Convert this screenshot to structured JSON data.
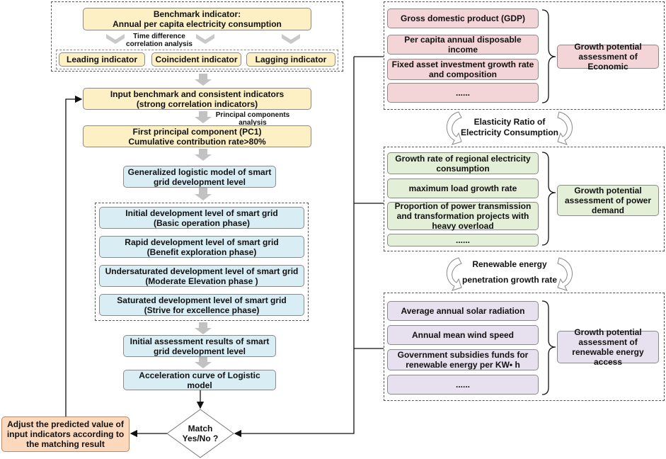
{
  "top_section": {
    "benchmark": {
      "line1": "Benchmark indicator:",
      "line2": "Annual per capita electricity consumption"
    },
    "time_diff_note": {
      "line1": "Time difference",
      "line2": "correlation analysis"
    },
    "indicators": [
      "Leading indicator",
      "Coincident indicator",
      "Lagging indicator"
    ]
  },
  "flow": {
    "input_indicators": {
      "line1": "Input benchmark and consistent indicators",
      "line2": "(strong correlation indicators)"
    },
    "pca_note": {
      "line1": "Principal components",
      "line2": "analysis"
    },
    "first_pc": {
      "line1": "First principal component (PC1)",
      "line2": "Cumulative contribution rate>80%"
    },
    "logistic_model": {
      "line1": "Generalized logistic model of smart",
      "line2": "grid development level"
    },
    "phases": [
      {
        "line1": "Initial development level of smart grid",
        "line2": "(Basic operation phase)"
      },
      {
        "line1": "Rapid development level of smart grid",
        "line2": "(Benefit exploration phase)"
      },
      {
        "line1": "Undersaturated  development level of smart grid",
        "line2": "(Moderate Elevation phase )"
      },
      {
        "line1": "Saturated development level of smart grid",
        "line2": "(Strive for excellence phase)"
      }
    ],
    "initial_results": {
      "line1": "Initial assessment results of smart",
      "line2": "grid development level"
    },
    "acceleration": "Acceleration curve of Logistic model",
    "match": {
      "line1": "Match",
      "line2": "Yes/No ?"
    },
    "adjust": {
      "line1": "Adjust the predicted value of",
      "line2": "input indicators according to",
      "line3": "the matching result"
    }
  },
  "right_section": {
    "economic": {
      "items": [
        "Gross domestic product (GDP)",
        "Per capita annual disposable income",
        "Fixed asset investment growth rate and composition",
        "......"
      ],
      "label": "Growth potential assessment of Economic"
    },
    "elasticity_note": {
      "line1": "Elasticity Ratio of",
      "line2": "Electricity Consumption"
    },
    "power": {
      "items": [
        "Growth rate of regional electricity consumption",
        "maximum load growth rate",
        "Proportion of power transmission and transformation projects with heavy overload",
        "......"
      ],
      "label": "Growth potential assessment of power demand"
    },
    "renewable_note": {
      "line1": "Renewable energy",
      "line2": "penetration growth rate"
    },
    "renewable": {
      "items": [
        "Average annual solar radiation",
        "Annual mean wind speed",
        "Government subsidies funds for renewable energy per KW• h",
        "......"
      ],
      "label": "Growth potential assessment of renewable energy access"
    }
  }
}
